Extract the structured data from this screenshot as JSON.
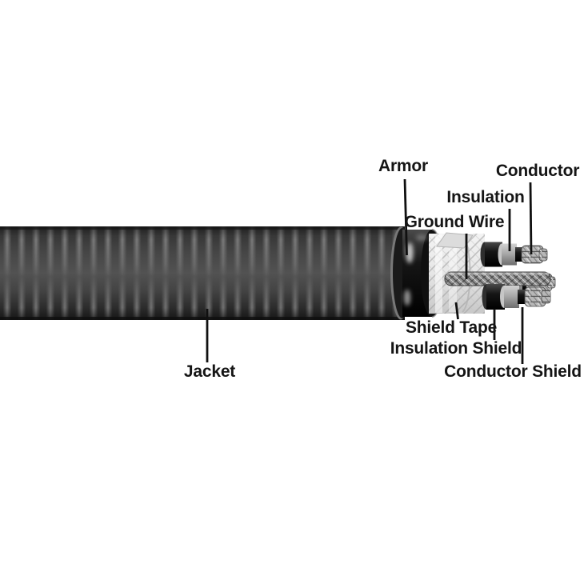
{
  "diagram": {
    "labels": {
      "armor": "Armor",
      "conductor": "Conductor",
      "insulation": "Insulation",
      "ground_wire": "Ground Wire",
      "shield_tape": "Shield Tape",
      "insulation_shield": "Insulation Shield",
      "conductor_shield": "Conductor Shield",
      "jacket": "Jacket"
    },
    "colors": {
      "background": "#ffffff",
      "label_text": "#151515",
      "leader_line": "#101010",
      "jacket_dark": "#1c1c1c",
      "jacket_mid": "#515151",
      "rib_highlight": "#8a8a8a",
      "armor_black": "#121212",
      "shield_tape_white": "#e9e9e9",
      "insulation_gray": "#a9a9a9",
      "shield_black": "#161616",
      "conductor_metal": "#b7b7b7",
      "ground_braid": "#949494"
    }
  }
}
